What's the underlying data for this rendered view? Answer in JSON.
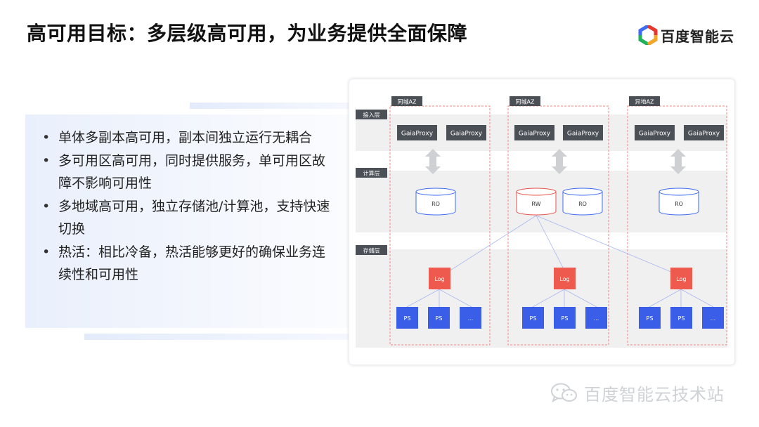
{
  "slide": {
    "title": "高可用目标：多层级高可用，为业务提供全面保障"
  },
  "brand": {
    "logo_text": "百度智能云",
    "colors": [
      "#3f6bf5",
      "#e8372c",
      "#20b25a",
      "#f5a623"
    ]
  },
  "bullets": [
    "单体多副本高可用，副本间独立运行无耦合",
    "多可用区高可用，同时提供服务，单可用区故障不影响可用性",
    "多地域高可用，独立存储池/计算池，支持快速切换",
    "热活：相比冷备，热活能够更好的确保业务连续性和可用性"
  ],
  "diagram": {
    "layers": [
      "接入层",
      "计算层",
      "存储层"
    ],
    "zones": [
      {
        "label": "同城AZ",
        "proxies": [
          "GaiaProxy",
          "GaiaProxy"
        ],
        "compute": [
          "RO"
        ],
        "log": "Log",
        "storage": [
          "PS",
          "PS",
          "..."
        ]
      },
      {
        "label": "同城AZ",
        "proxies": [
          "GaiaProxy",
          "GaiaProxy"
        ],
        "compute": [
          "RW",
          "RO"
        ],
        "log": "Log",
        "storage": [
          "PS",
          "PS",
          "..."
        ]
      },
      {
        "label": "异地AZ",
        "proxies": [
          "GaiaProxy",
          "GaiaProxy"
        ],
        "compute": [
          "RO"
        ],
        "log": "Log",
        "storage": [
          "PS",
          "PS",
          "..."
        ]
      }
    ],
    "colors": {
      "proxy_bg": "#4b4f56",
      "storage_blue": "#3b5ee8",
      "log_red": "#ee5a4d",
      "ro_stroke": "#3f6bf5",
      "rw_stroke": "#e5534b",
      "dash_red": "#f08a84",
      "band_gray": "#f0f0f0"
    }
  },
  "watermark": {
    "text": "百度智能云技术站",
    "icon": "wechat-icon"
  }
}
